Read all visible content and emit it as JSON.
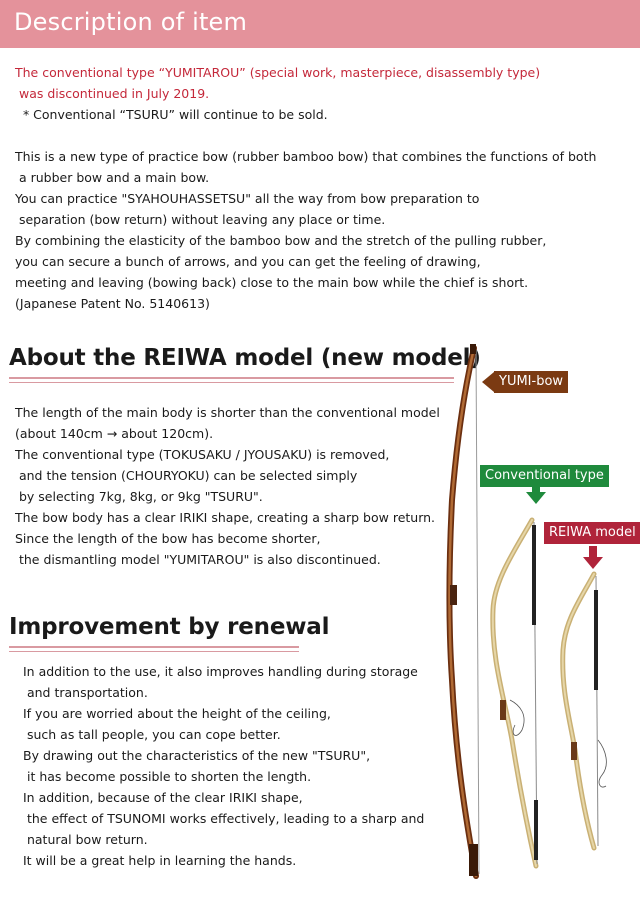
{
  "header": {
    "title": "Description of item"
  },
  "notice": {
    "red_lines": [
      "The conventional type “YUMITAROU” (special work, masterpiece, disassembly type)",
      " was discontinued in July 2019."
    ],
    "note": "  * Conventional “TSURU” will continue to be sold."
  },
  "intro": {
    "lines": [
      "This is a new type of practice bow (rubber bamboo bow) that combines the functions of both",
      " a rubber bow and a main bow.",
      "You can practice \"SYAHOUHASSETSU\" all the way from bow preparation to",
      " separation (bow return) without leaving any place or time.",
      "By combining the elasticity of the bamboo bow and the stretch of the pulling rubber,",
      "you can secure a bunch of arrows, and you can get the feeling of drawing,",
      "meeting and leaving (bowing back) close to the main bow while the chief is short.",
      "(Japanese Patent No. 5140613)"
    ]
  },
  "reiwa": {
    "heading": "About the REIWA model (new model)",
    "lines": [
      "The length of the main body is shorter than the conventional model",
      "(about 140cm → about 120cm).",
      "The conventional type (TOKUSAKU / JYOUSAKU) is removed,",
      " and the tension (CHOURYOKU) can be selected simply",
      " by selecting 7kg, 8kg, or 9kg \"TSURU\".",
      "The bow body has a clear IRIKI shape, creating a sharp bow return.",
      "Since the length of the bow has become shorter,",
      " the dismantling model \"YUMITAROU\" is also discontinued."
    ]
  },
  "renewal": {
    "heading": "Improvement by renewal",
    "lines": [
      "In addition to the use, it also improves handling during storage",
      " and transportation.",
      "If you are worried about the height of the ceiling,",
      " such as tall people, you can cope better.",
      "By drawing out the characteristics of the new \"TSURU\",",
      " it has become possible to shorten the length.",
      "In addition, because of the clear IRIKI shape,",
      " the effect of TSUNOMI works effectively, leading to a sharp and",
      " natural bow return.",
      "It will be a great help in learning the hands."
    ]
  },
  "labels": {
    "yumi_bow": "YUMI-bow",
    "conventional": "Conventional type",
    "reiwa_model": "REIWA model"
  },
  "colors": {
    "banner": "#e4929b",
    "red_text": "#c4283a",
    "rule": "#d99aa1",
    "yumi_tag": "#7b3a12",
    "conventional_tag": "#1f8a3c",
    "reiwa_tag": "#b0243a"
  }
}
